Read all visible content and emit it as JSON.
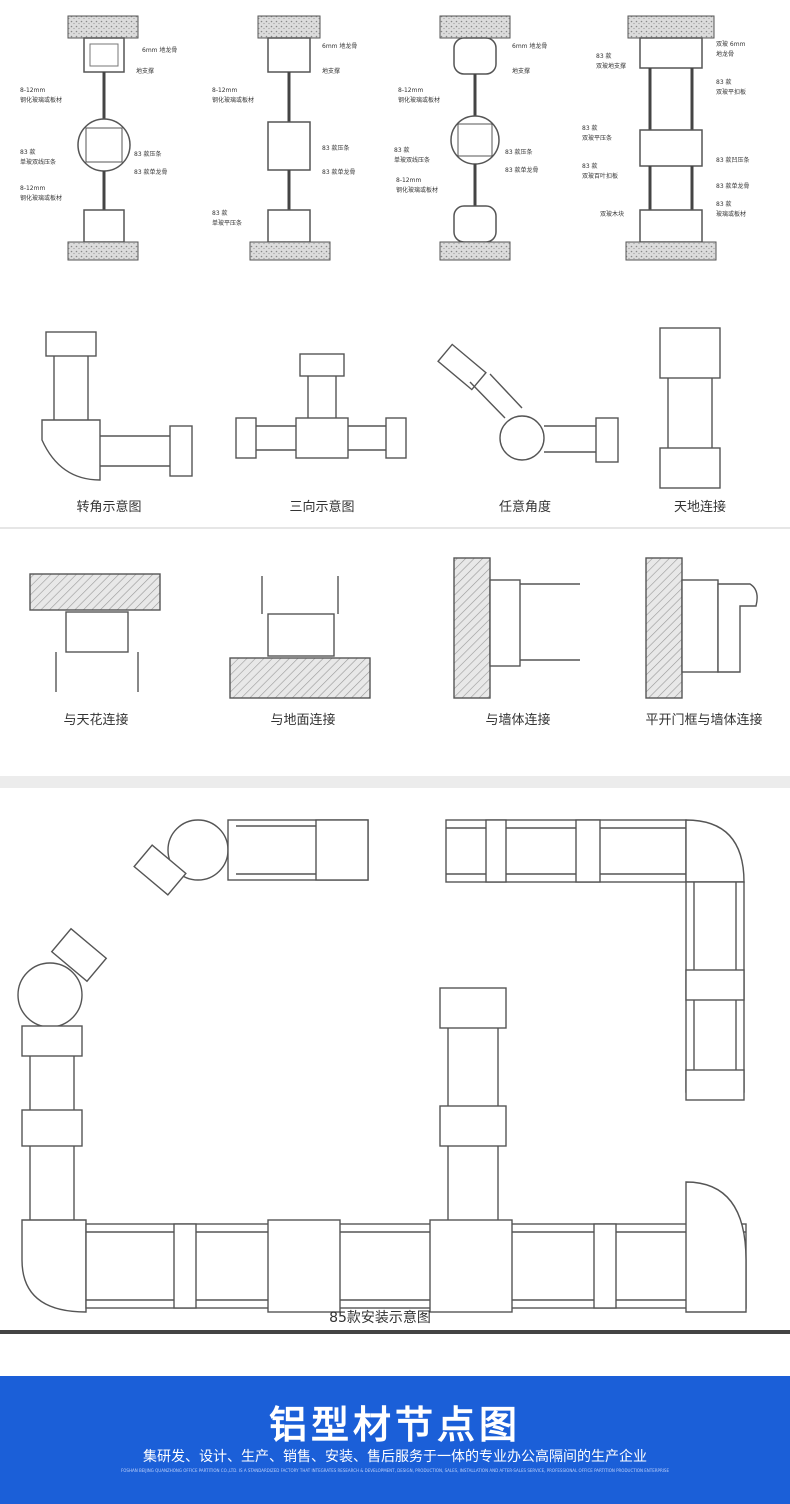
{
  "section1": {
    "diagrams": [
      {
        "labels": [
          "6mm 地龙骨",
          "地支撑",
          "8-12mm",
          "钢化玻璃或板材",
          "83 款",
          "单玻双线压条",
          "8-12mm",
          "钢化玻璃或板材",
          "83 款压条",
          "83 款单龙骨"
        ]
      },
      {
        "labels": [
          "6mm 地龙骨",
          "地支撑",
          "8-12mm",
          "钢化玻璃或板材",
          "83 款压条",
          "83 款单龙骨",
          "83 款",
          "单玻平压条"
        ]
      },
      {
        "labels": [
          "6mm 地龙骨",
          "地支撑",
          "8-12mm",
          "钢化玻璃或板材",
          "83 款",
          "单玻双线压条",
          "83 款压条",
          "83 款单龙骨",
          "8-12mm",
          "钢化玻璃或板材"
        ]
      },
      {
        "labels": [
          "双玻 6mm",
          "地龙骨",
          "83 款",
          "双玻地支撑",
          "83 款",
          "双玻平扣板",
          "83 款",
          "双玻平压条",
          "83 款",
          "双玻百叶扣板",
          "83 款凹压条",
          "83 款单龙骨",
          "双玻木块",
          "83 款",
          "玻璃或板材"
        ]
      }
    ]
  },
  "section2": {
    "captions": [
      "转角示意图",
      "三向示意图",
      "任意角度",
      "天地连接"
    ]
  },
  "section3": {
    "captions": [
      "与天花连接",
      "与地面连接",
      "与墙体连接",
      "平开门框与墙体连接"
    ]
  },
  "section4": {
    "caption": "85款安装示意图"
  },
  "banner": {
    "title": "铝型材节点图",
    "subtitle": "集研发、设计、生产、销售、安装、售后服务于一体的专业办公高隔间的生产企业",
    "fine_print": "FOSHAN BEIJING QUANZHONG OFFICE PARTITION CO.,LTD. IS A STANDARDIZED FACTORY THAT INTEGRATES RESEARCH & DEVELOPMENT, DESIGN, PRODUCTION, SALES, INSTALLATION AND AFTER-SALES SERVICE, PROFESSIONAL OFFICE PARTITION PRODUCTION ENTERPRISE"
  },
  "colors": {
    "banner_bg": "#1b5fd8",
    "line": "#555555",
    "hatch": "#999999"
  }
}
